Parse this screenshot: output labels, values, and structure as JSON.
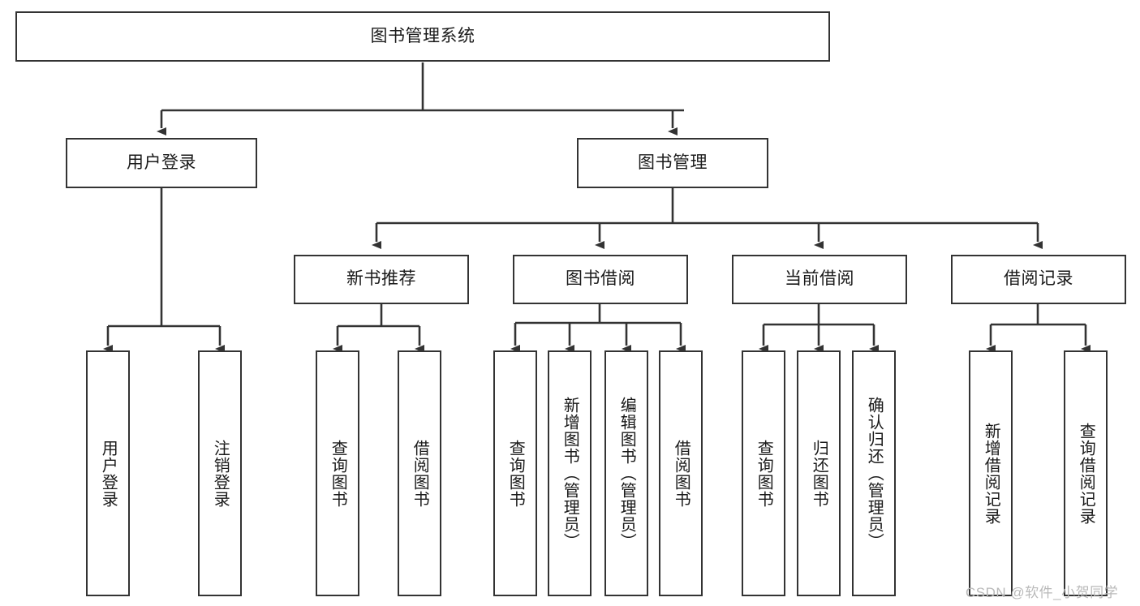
{
  "diagram": {
    "title": "图书管理系统",
    "type": "hierarchy-tree",
    "root": {
      "label": "图书管理系统"
    },
    "level2": [
      {
        "label": "用户登录"
      },
      {
        "label": "图书管理"
      }
    ],
    "level3": [
      {
        "label": "新书推荐"
      },
      {
        "label": "图书借阅"
      },
      {
        "label": "当前借阅"
      },
      {
        "label": "借阅记录"
      }
    ],
    "leaves": {
      "user_login": [
        {
          "label": "用户登录"
        },
        {
          "label": "注销登录"
        }
      ],
      "new_book_recommend": [
        {
          "label": "查询图书"
        },
        {
          "label": "借阅图书"
        }
      ],
      "book_borrow": [
        {
          "label": "查询图书"
        },
        {
          "label": "新增图书（管理员）"
        },
        {
          "label": "编辑图书（管理员）"
        },
        {
          "label": "借阅图书"
        }
      ],
      "current_borrow": [
        {
          "label": "查询图书"
        },
        {
          "label": "归还图书"
        },
        {
          "label": "确认归还（管理员）"
        }
      ],
      "borrow_record": [
        {
          "label": "新增借阅记录"
        },
        {
          "label": "查询借阅记录"
        }
      ]
    }
  },
  "watermark": {
    "text": "CSDN @软件_小贺同学"
  },
  "colors": {
    "stroke": "#333333",
    "text": "#1a1a1a",
    "background": "#ffffff",
    "watermark": "#b9b9b9"
  }
}
